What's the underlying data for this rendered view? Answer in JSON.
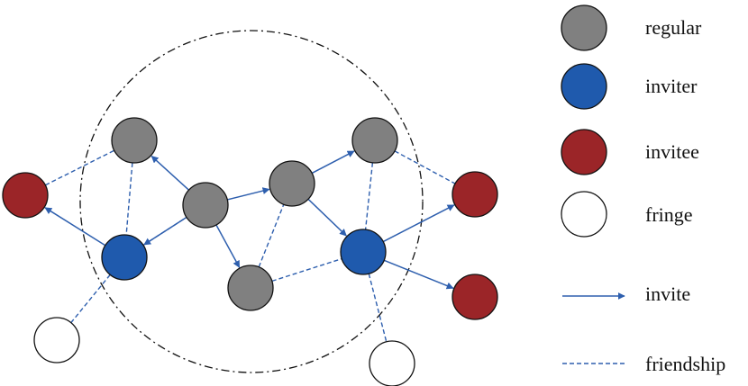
{
  "colors": {
    "regular": "#808080",
    "inviter": "#1f5aad",
    "invitee": "#9b2528",
    "fringe": "#ffffff",
    "invite": "#2e5fae",
    "friendship": "#2e5fae",
    "outline": "#111111",
    "boundary": "#111111"
  },
  "legend": {
    "regular": "regular",
    "inviter": "inviter",
    "invitee": "invitee",
    "fringe": "fringe",
    "invite": "invite",
    "friendship": "friendship"
  },
  "graph": {
    "nodes": [
      {
        "id": "r1",
        "type": "regular"
      },
      {
        "id": "r2",
        "type": "regular"
      },
      {
        "id": "r3",
        "type": "regular"
      },
      {
        "id": "r4",
        "type": "regular"
      },
      {
        "id": "r5",
        "type": "regular"
      },
      {
        "id": "i1",
        "type": "inviter"
      },
      {
        "id": "i2",
        "type": "inviter"
      },
      {
        "id": "e1",
        "type": "invitee"
      },
      {
        "id": "e2",
        "type": "invitee"
      },
      {
        "id": "e3",
        "type": "invitee"
      },
      {
        "id": "f1",
        "type": "fringe"
      },
      {
        "id": "f2",
        "type": "fringe"
      }
    ],
    "invites": [
      [
        "r2",
        "r1"
      ],
      [
        "r2",
        "i1"
      ],
      [
        "r2",
        "r3"
      ],
      [
        "r2",
        "r4"
      ],
      [
        "i1",
        "e1"
      ],
      [
        "r3",
        "r5"
      ],
      [
        "r3",
        "i2"
      ],
      [
        "i2",
        "e2"
      ],
      [
        "i2",
        "e3"
      ]
    ],
    "friendships": [
      [
        "e1",
        "r1"
      ],
      [
        "r1",
        "i1"
      ],
      [
        "i1",
        "f1"
      ],
      [
        "i1",
        "r2"
      ],
      [
        "r4",
        "r3"
      ],
      [
        "r4",
        "i2"
      ],
      [
        "r5",
        "i2"
      ],
      [
        "r5",
        "e2"
      ],
      [
        "i2",
        "f2"
      ]
    ]
  }
}
